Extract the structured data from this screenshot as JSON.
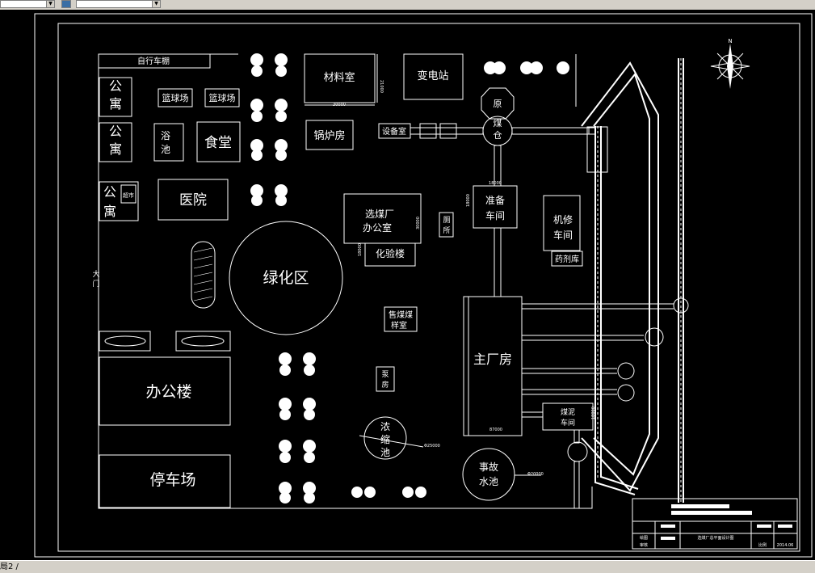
{
  "toolbar": {
    "combo1": "",
    "combo2": ""
  },
  "status": {
    "tab": "局2 /"
  },
  "north": "N",
  "labels": {
    "bike_shed": "自行车棚",
    "apt1": "公寓",
    "apt2": "公寓",
    "apt3": "公寓",
    "court1": "篮球场",
    "court2": "篮球场",
    "bath": "浴池",
    "canteen": "食堂",
    "shop": "超市",
    "hospital": "医院",
    "gate": "大门",
    "material": "材料室",
    "substation": "变电站",
    "boiler": "锅炉房",
    "equipment": "设备室",
    "raw_coal": "原煤仓",
    "office_prep": "选煤厂办公室",
    "lab": "化验楼",
    "toilet": "厕所",
    "prep": "准备车间",
    "repair": "机修车间",
    "chem": "药剂库",
    "green": "绿化区",
    "sample": "售煤煤样室",
    "pump": "泵房",
    "main": "主厂房",
    "office": "办公楼",
    "parking": "停车场",
    "thickener": "浓缩池",
    "accident": "事故水池",
    "slime": "煤泥车间",
    "title_block": "选煤厂总平面设计图",
    "date": "2014.06"
  },
  "dims": {
    "material_w": "30000",
    "material_h": "21000",
    "prep_w": "18000",
    "prep_h": "18000",
    "office_h": "30000",
    "lab_h": "18000",
    "main_w": "87000",
    "slime_h": "18000",
    "thickener_d": "Φ25000",
    "accident_d": "Φ20000"
  },
  "titleblock": {
    "drawn": "绘图",
    "checked": "审核",
    "scale": "比例",
    "sheet": "图号"
  }
}
